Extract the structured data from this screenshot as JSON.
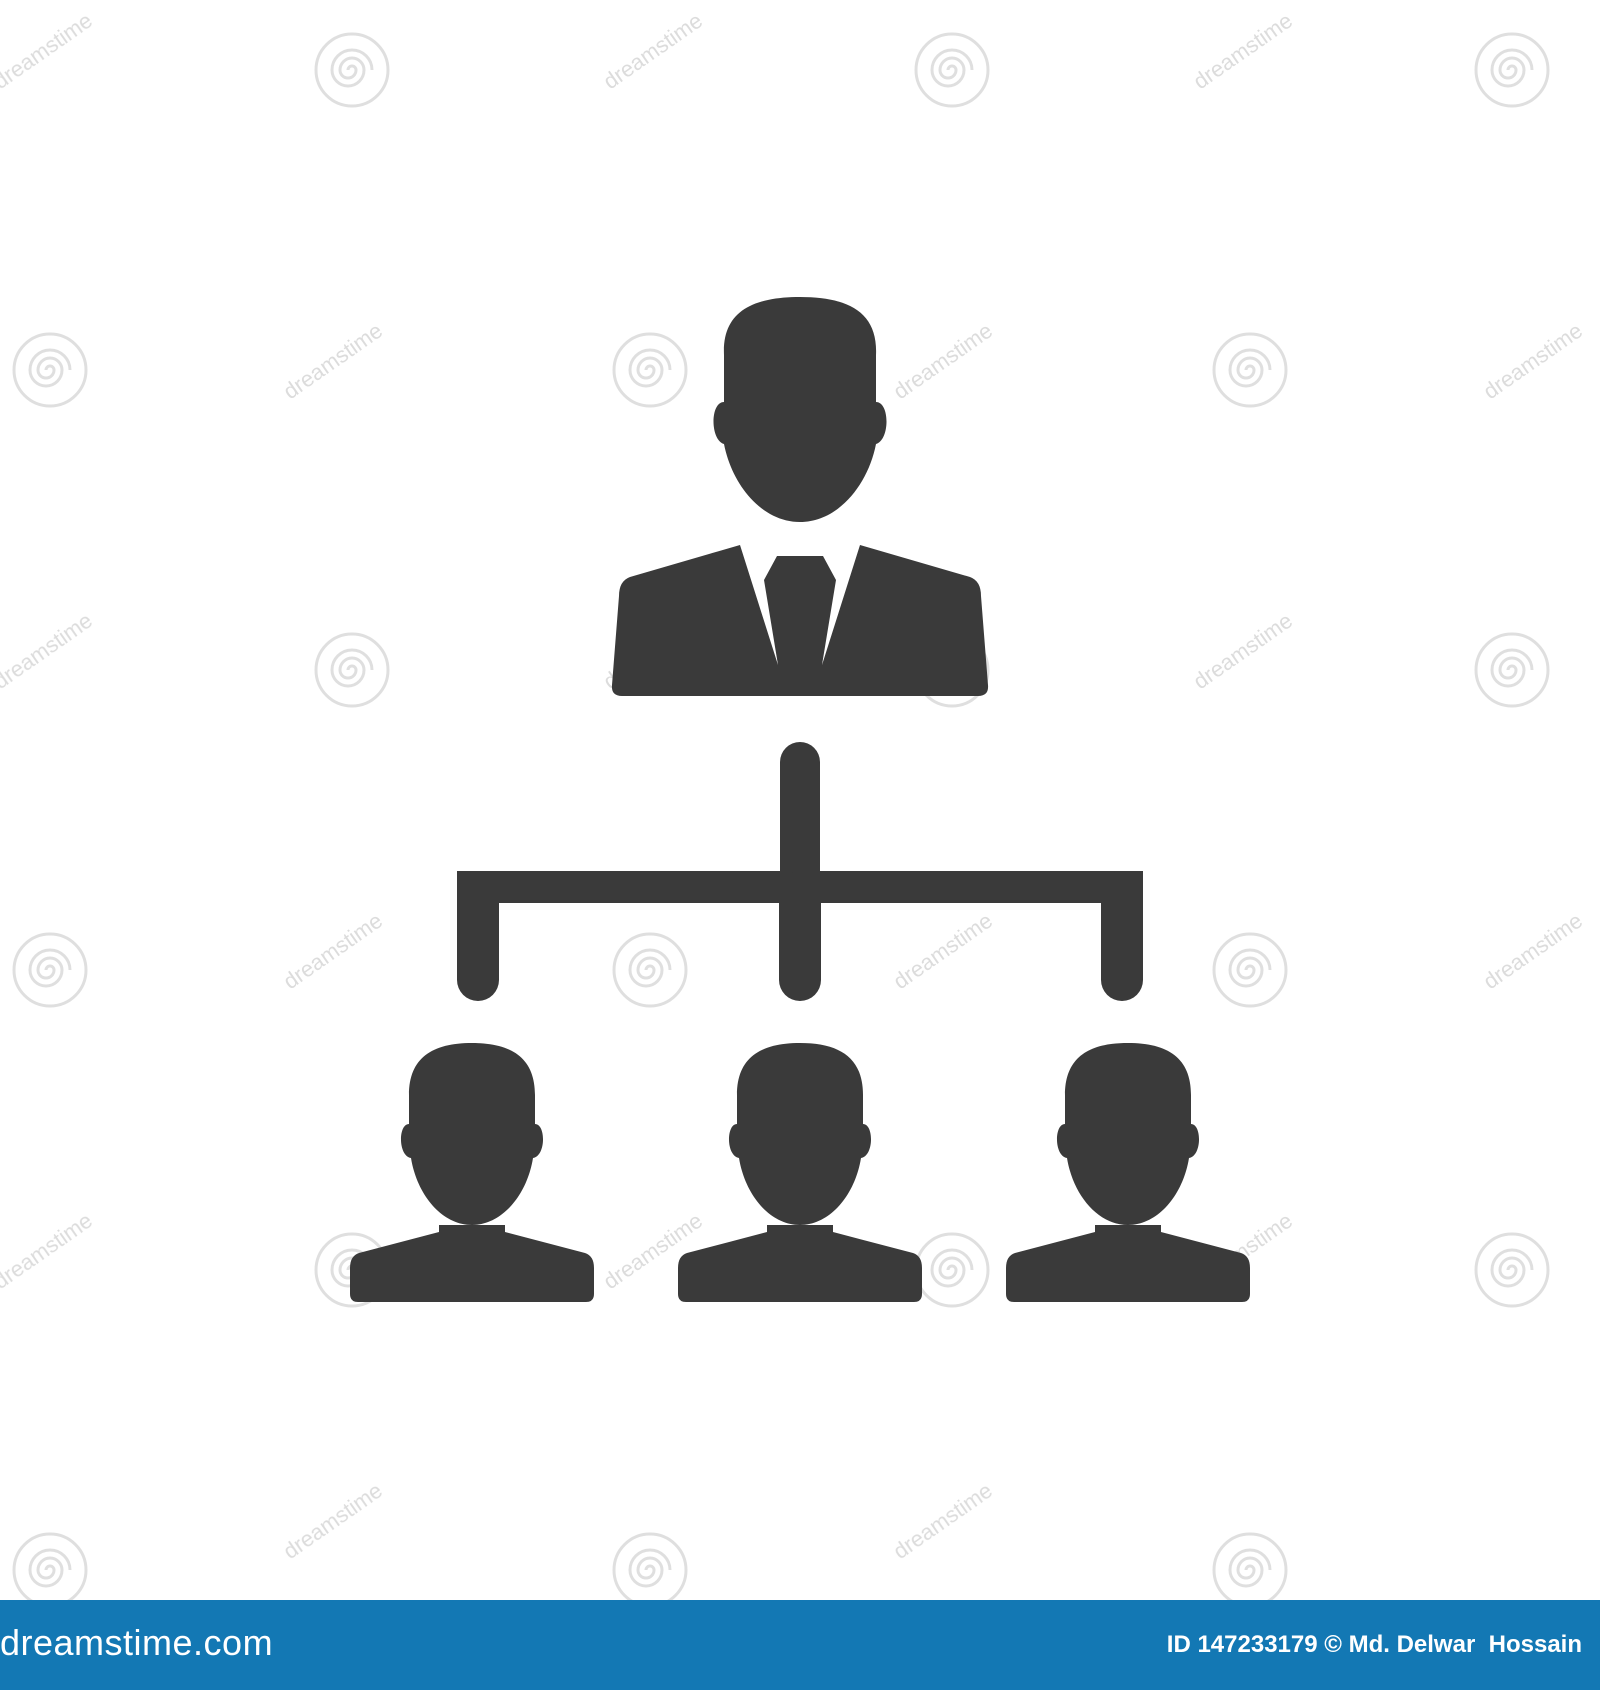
{
  "icon": {
    "name": "org-chart-hierarchy-icon",
    "color": "#3a3a3a"
  },
  "watermark": {
    "text": "dreamstime",
    "color": "#d9d9d9"
  },
  "footer": {
    "background": "#1378b4",
    "brand": "dreamstime.com",
    "credit": "ID 147233179 © Md. Delwar  Hossain"
  }
}
